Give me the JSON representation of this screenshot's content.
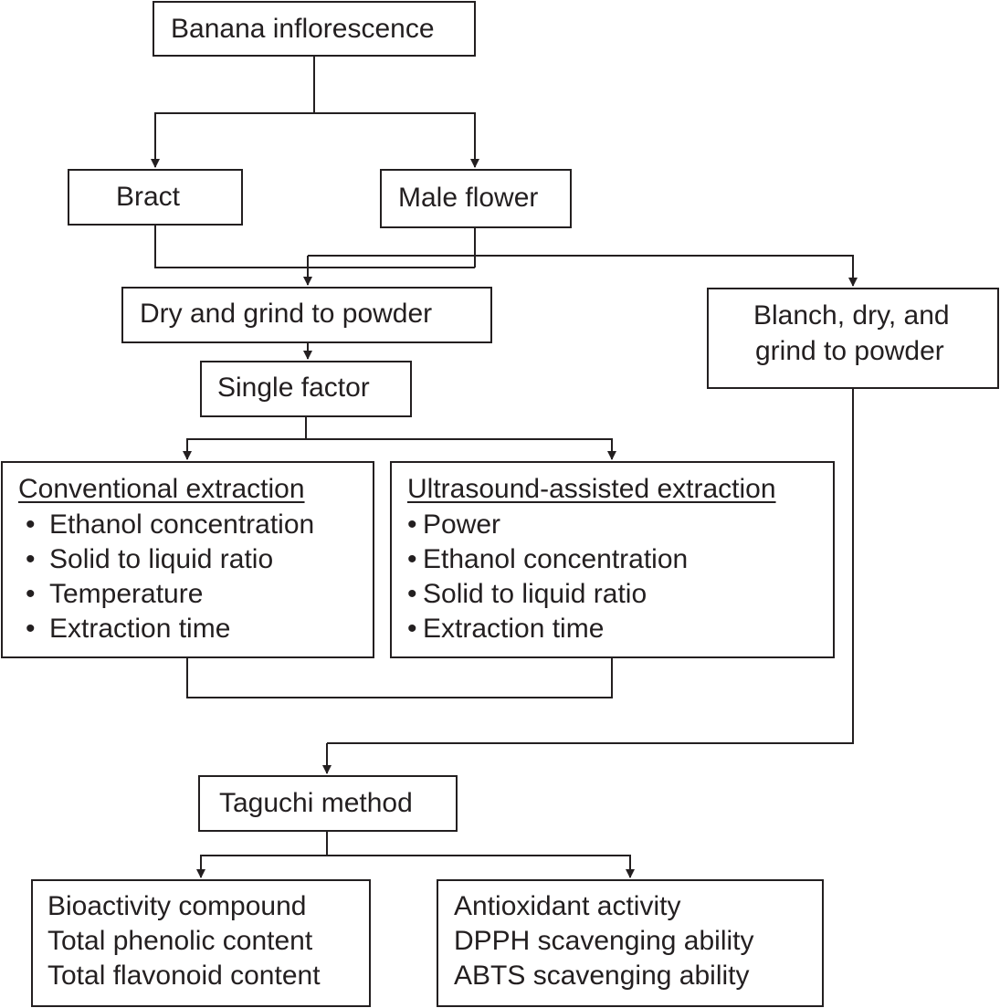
{
  "nodes": {
    "banana_inflorescence": "Banana inflorescence",
    "bract": "Bract",
    "male_flower": "Male flower",
    "dry_grind": "Dry and grind to powder",
    "blanch": [
      "Blanch, dry, and",
      "grind to powder"
    ],
    "single_factor": "Single factor",
    "conventional": {
      "title": "Conventional extraction",
      "items": [
        "Ethanol concentration",
        "Solid to liquid ratio",
        "Temperature",
        "Extraction time"
      ]
    },
    "ultrasound": {
      "title": "Ultrasound-assisted extraction",
      "items": [
        "Power",
        "Ethanol concentration",
        "Solid to liquid ratio",
        "Extraction time"
      ]
    },
    "taguchi": "Taguchi method",
    "bioactivity": [
      "Bioactivity compound",
      "Total phenolic content",
      "Total flavonoid content"
    ],
    "antioxidant": [
      "Antioxidant activity",
      "DPPH scavenging ability",
      "ABTS scavenging ability"
    ]
  },
  "bullet_glyph": "•",
  "colors": {
    "line": "#231f20",
    "background": "#ffffff"
  }
}
